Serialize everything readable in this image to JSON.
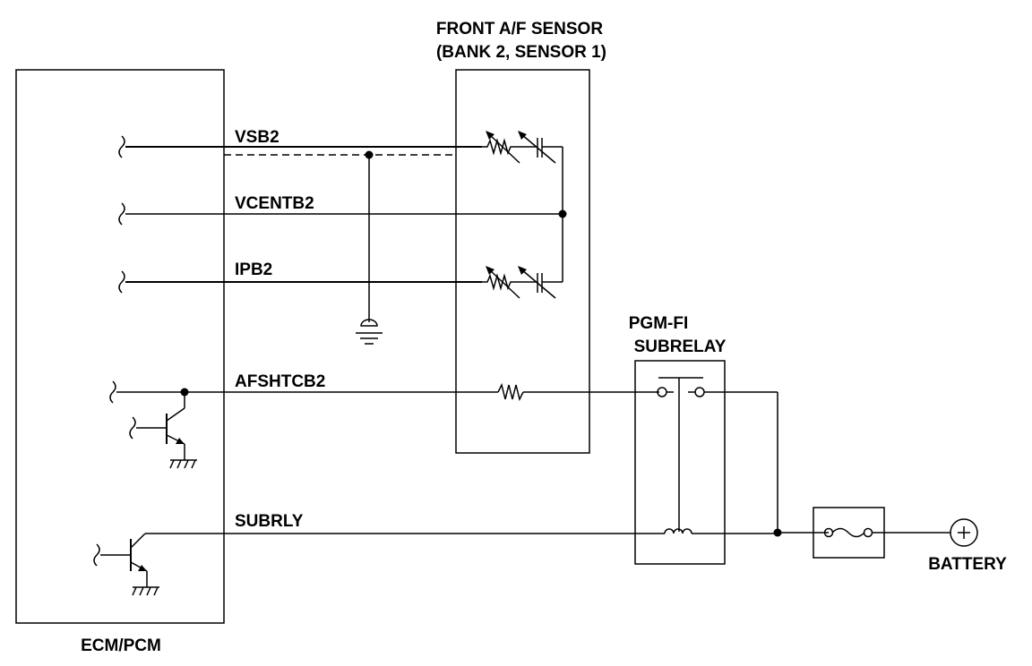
{
  "components": {
    "ecm": "ECM/PCM",
    "sensor_line1": "FRONT A/F SENSOR",
    "sensor_line2": "(BANK 2, SENSOR 1)",
    "relay_line1": "PGM-FI",
    "relay_line2": "SUBRELAY",
    "battery": "BATTERY"
  },
  "wires": {
    "vsb2": "VSB2",
    "vcentb2": "VCENTB2",
    "ipb2": "IPB2",
    "afshtcb2": "AFSHTCB2",
    "subrly": "SUBRLY"
  },
  "symbols": {
    "ground": "ground-icon",
    "battery": "battery-plus-icon",
    "fuse": "fuse-icon",
    "transistor": "transistor-icon",
    "heater": "heater-resistor-icon",
    "coil": "relay-coil-icon",
    "contacts": "relay-contacts-icon"
  }
}
